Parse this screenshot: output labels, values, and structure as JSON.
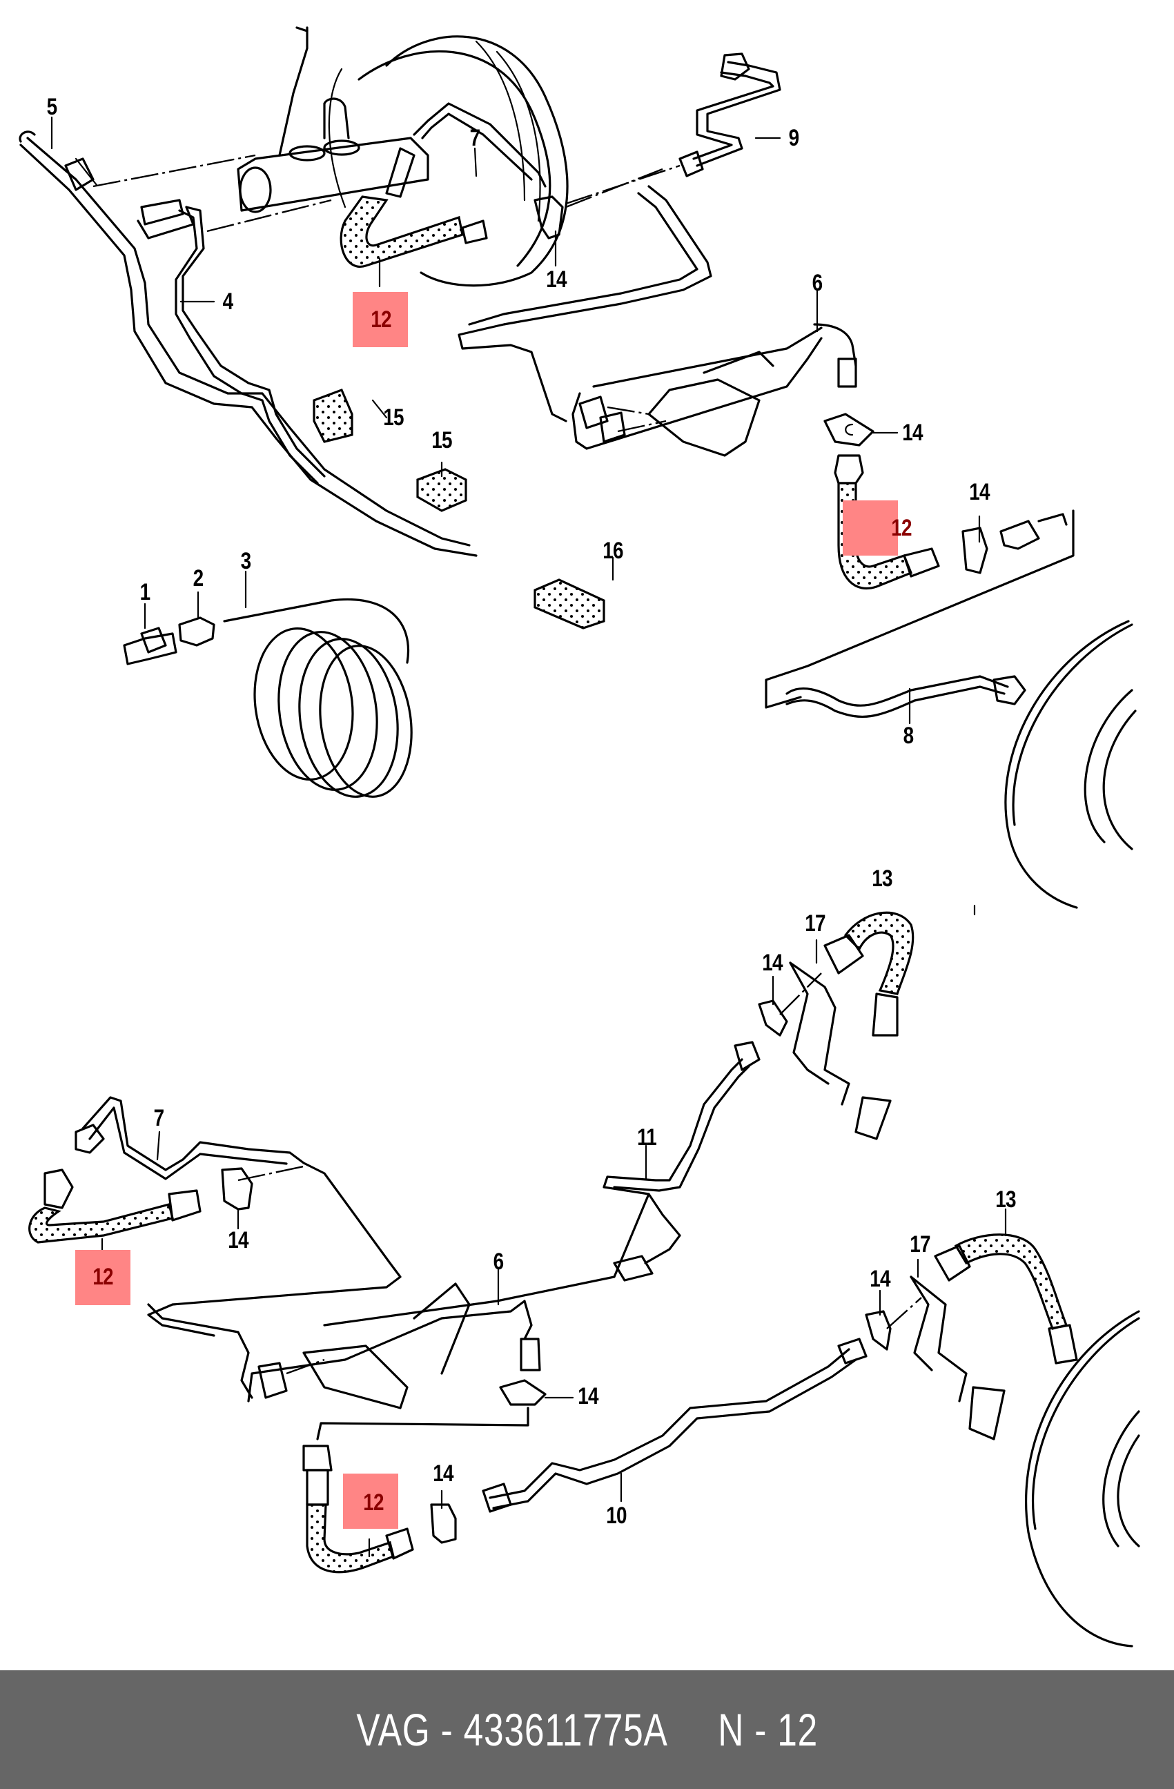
{
  "diagram": {
    "title": "Brake lines and hoses",
    "callouts": [
      {
        "id": "c5",
        "label": "5",
        "part": "brake-line"
      },
      {
        "id": "c4",
        "label": "4",
        "part": "brake-line"
      },
      {
        "id": "c7a",
        "label": "7",
        "part": "brake-line"
      },
      {
        "id": "c9",
        "label": "9",
        "part": "brake-line"
      },
      {
        "id": "c14a",
        "label": "14",
        "part": "clip"
      },
      {
        "id": "c6a",
        "label": "6",
        "part": "brake-line"
      },
      {
        "id": "c14b",
        "label": "14",
        "part": "clip"
      },
      {
        "id": "c15a",
        "label": "15",
        "part": "holder"
      },
      {
        "id": "c15b",
        "label": "15",
        "part": "holder"
      },
      {
        "id": "c14c",
        "label": "14",
        "part": "clip"
      },
      {
        "id": "c16",
        "label": "16",
        "part": "holder"
      },
      {
        "id": "c1",
        "label": "1",
        "part": "union"
      },
      {
        "id": "c2",
        "label": "2",
        "part": "union"
      },
      {
        "id": "c3",
        "label": "3",
        "part": "brake-pipe-coil"
      },
      {
        "id": "c8",
        "label": "8",
        "part": "brake-line"
      },
      {
        "id": "c13a",
        "label": "13",
        "part": "brake-hose"
      },
      {
        "id": "c17a",
        "label": "17",
        "part": "bracket"
      },
      {
        "id": "c14d",
        "label": "14",
        "part": "clip"
      },
      {
        "id": "c7b",
        "label": "7",
        "part": "brake-line"
      },
      {
        "id": "c11",
        "label": "11",
        "part": "brake-line"
      },
      {
        "id": "c14e",
        "label": "14",
        "part": "clip"
      },
      {
        "id": "c6b",
        "label": "6",
        "part": "brake-line"
      },
      {
        "id": "c13b",
        "label": "13",
        "part": "brake-hose"
      },
      {
        "id": "c17b",
        "label": "17",
        "part": "bracket"
      },
      {
        "id": "c14f",
        "label": "14",
        "part": "clip"
      },
      {
        "id": "c14g",
        "label": "14",
        "part": "clip"
      },
      {
        "id": "c14h",
        "label": "14",
        "part": "clip"
      },
      {
        "id": "c10",
        "label": "10",
        "part": "brake-line"
      }
    ],
    "highlighted": [
      {
        "id": "h1",
        "label": "12",
        "part": "brake-hose"
      },
      {
        "id": "h2",
        "label": "12",
        "part": "brake-hose"
      },
      {
        "id": "h3",
        "label": "12",
        "part": "brake-hose"
      },
      {
        "id": "h4",
        "label": "12",
        "part": "brake-hose"
      }
    ],
    "highlight_color": "#ff8585",
    "highlight_text_color": "#8a0000"
  },
  "footer": {
    "brand": "VAG",
    "part_number": "433611775A",
    "position_ref": "N - 12",
    "text": "VAG - 433611775A     N - 12",
    "background": "#666666",
    "text_color": "#ffffff"
  }
}
